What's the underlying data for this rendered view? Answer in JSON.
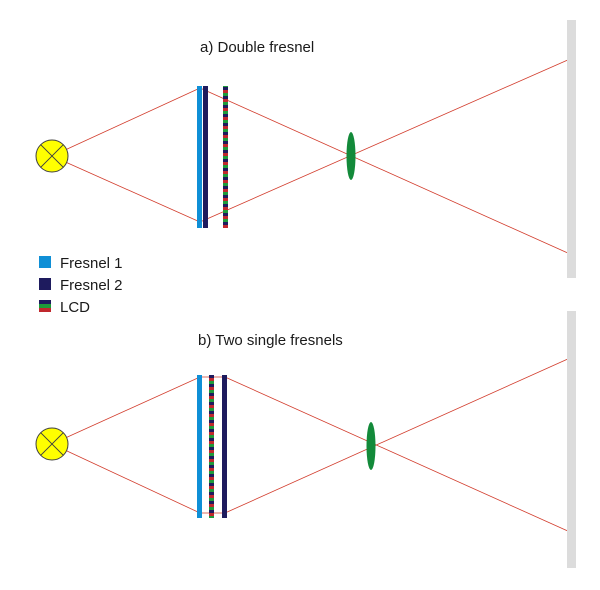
{
  "diagrams": {
    "a": {
      "title": "a) Double fresnel"
    },
    "b": {
      "title": "b) Two single fresnels"
    }
  },
  "legend": {
    "items": [
      {
        "label": "Fresnel 1",
        "color": "#0f8fd6"
      },
      {
        "label": "Fresnel 2",
        "color": "#1e1b5e"
      },
      {
        "label": "LCD",
        "colors": [
          "#c0282d",
          "#1e9b3a",
          "#1e1b5e"
        ]
      }
    ]
  },
  "colors": {
    "ray": "#d23c2c",
    "lamp_fill": "#ffff00",
    "lamp_stroke": "#404040",
    "lens": "#138a3a",
    "screen": "#dcdcdc"
  }
}
